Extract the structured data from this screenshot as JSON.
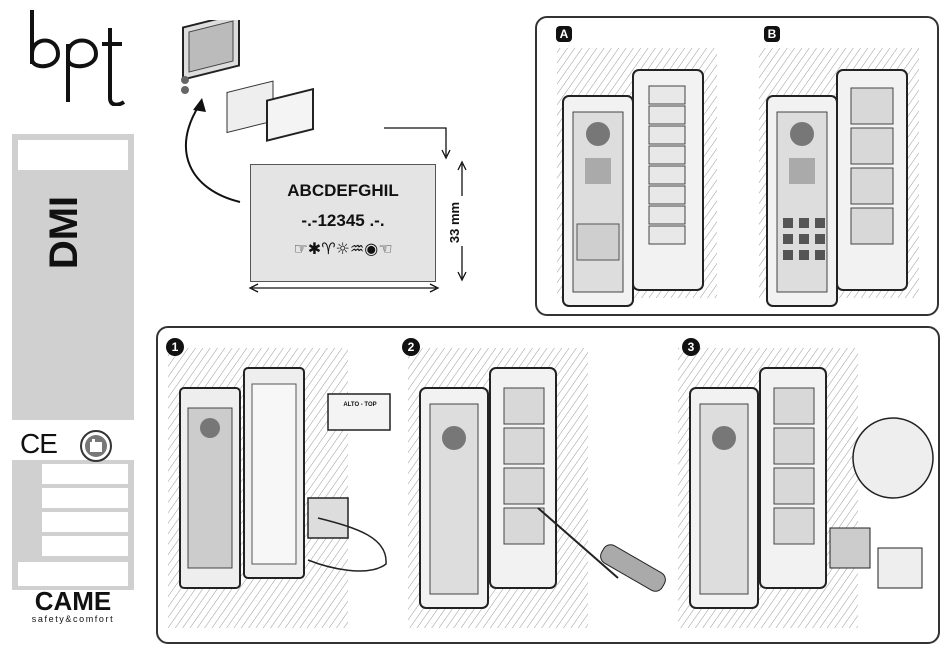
{
  "brand_logo": "bpt",
  "sidebar": {
    "product_code": "DMI",
    "ce_mark": "CE",
    "brand_name": "CAME",
    "brand_tagline": "safety&comfort"
  },
  "label_card": {
    "line1": "ABCDEFGHIL",
    "line2": "-.-12345 .-.",
    "line3": "☞✱♈☼♒◉☜",
    "height_dimension": "33 mm"
  },
  "variants": [
    "A",
    "B"
  ],
  "steps": [
    "1",
    "2",
    "3"
  ],
  "module_label": "ALTO - TOP"
}
